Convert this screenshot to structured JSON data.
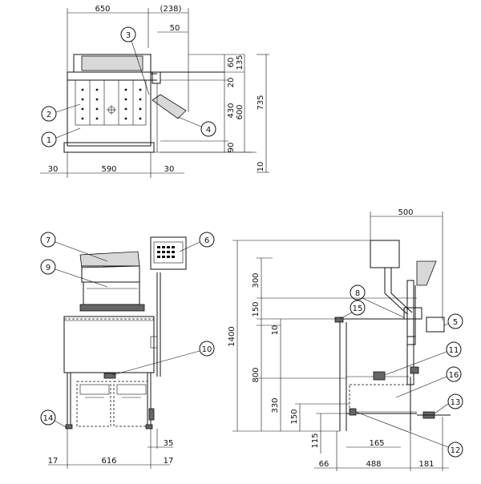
{
  "top_view": {
    "dims": {
      "width_total": "650",
      "width_side": "(238)",
      "offset_50": "50",
      "h_60": "60",
      "h_135": "135",
      "h_20": "20",
      "h_430": "430",
      "h_600": "600",
      "h_735": "735",
      "h_90": "90",
      "h_10": "10",
      "left_30": "30",
      "width_590": "590",
      "right_30": "30"
    },
    "callouts": [
      "1",
      "2",
      "3",
      "4"
    ]
  },
  "front_view": {
    "dims": {
      "left_17": "17",
      "width_616": "616",
      "right_17": "17",
      "offset_35": "35"
    },
    "callouts": [
      "7",
      "9",
      "6",
      "10",
      "14"
    ]
  },
  "side_view": {
    "dims": {
      "width_500": "500",
      "h_1400": "1400",
      "h_300": "300",
      "h_150_top": "150",
      "h_10": "10",
      "h_800": "800",
      "h_330": "330",
      "h_150_low": "150",
      "h_115": "115",
      "w_165": "165",
      "w_66": "66",
      "w_488": "488",
      "w_181": "181"
    },
    "callouts": [
      "8",
      "15",
      "5",
      "11",
      "16",
      "13",
      "12"
    ]
  }
}
